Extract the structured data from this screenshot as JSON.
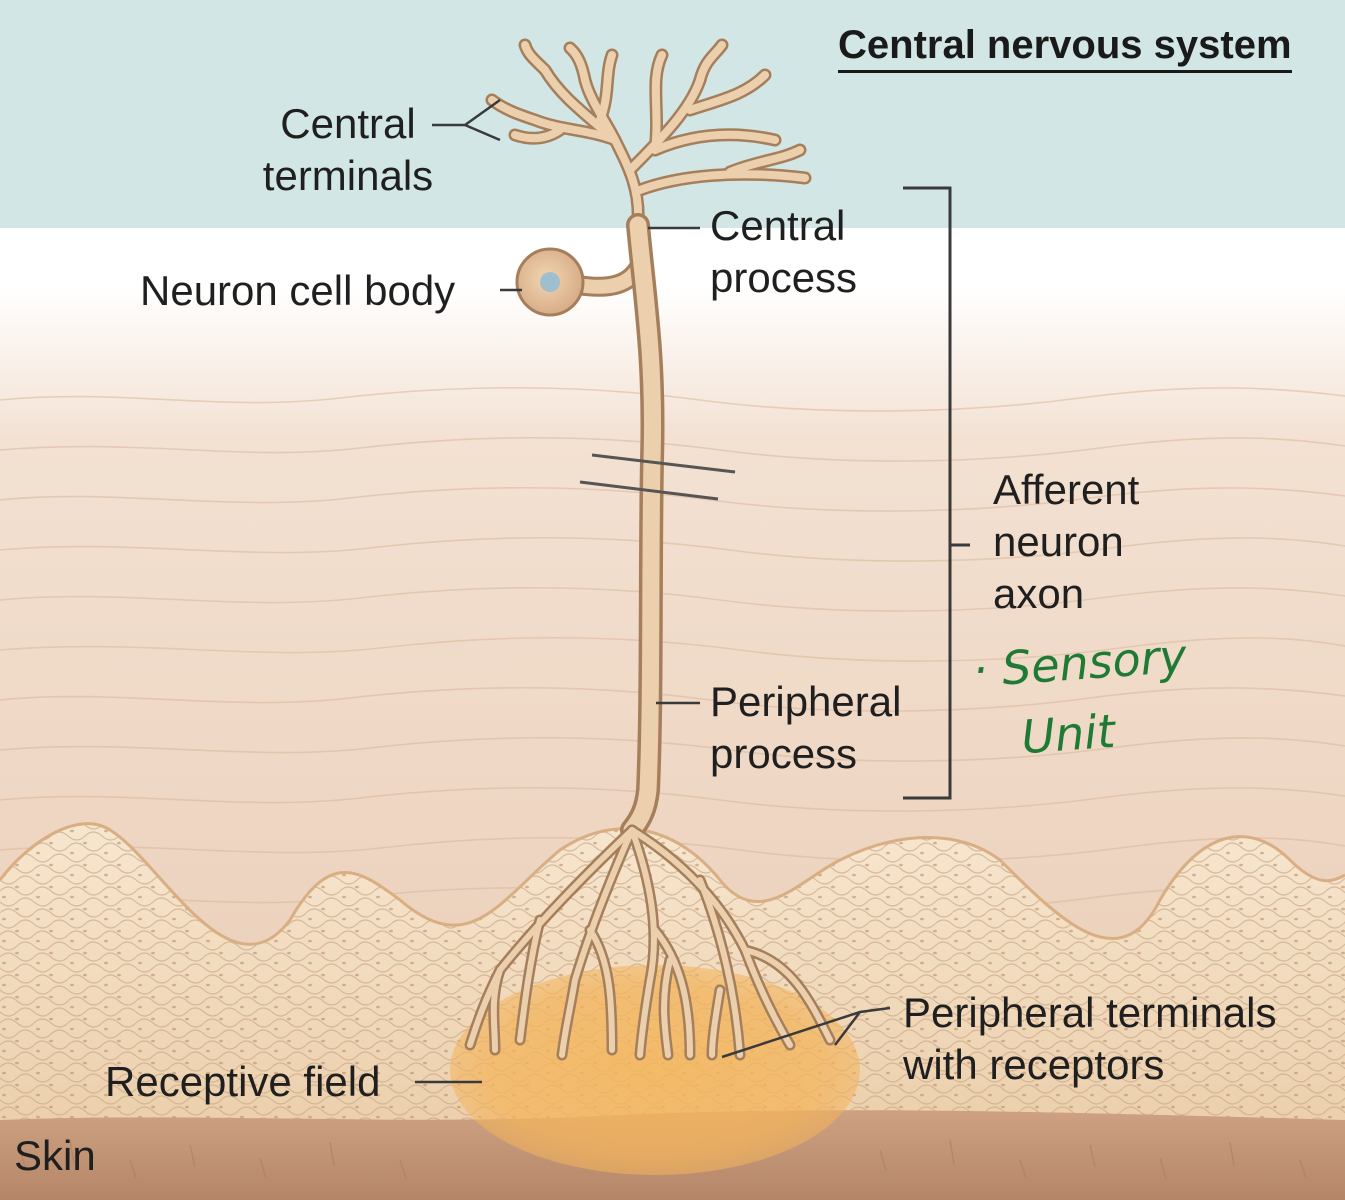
{
  "header": {
    "title": "Central nervous system"
  },
  "labels": {
    "central_terminals": "Central\nterminals",
    "neuron_cell_body": "Neuron cell body",
    "central_process": "Central\nprocess",
    "afferent_neuron_axon": "Afferent\nneuron\naxon",
    "peripheral_process": "Peripheral\nprocess",
    "peripheral_terminals": "Peripheral terminals\nwith receptors",
    "receptive_field": "Receptive field",
    "skin": "Skin"
  },
  "annotation": {
    "handwritten_note": "· Sensory\n   Unit",
    "color": "#1e7a34"
  },
  "colors": {
    "cns_region": "#d3e6e6",
    "dermis": "#ecd2bc",
    "epidermis": "#f2dcc0",
    "neuron": "#e8c9a3",
    "neuron_outline": "#a57f5c",
    "receptive_field": "#f2b85a"
  }
}
